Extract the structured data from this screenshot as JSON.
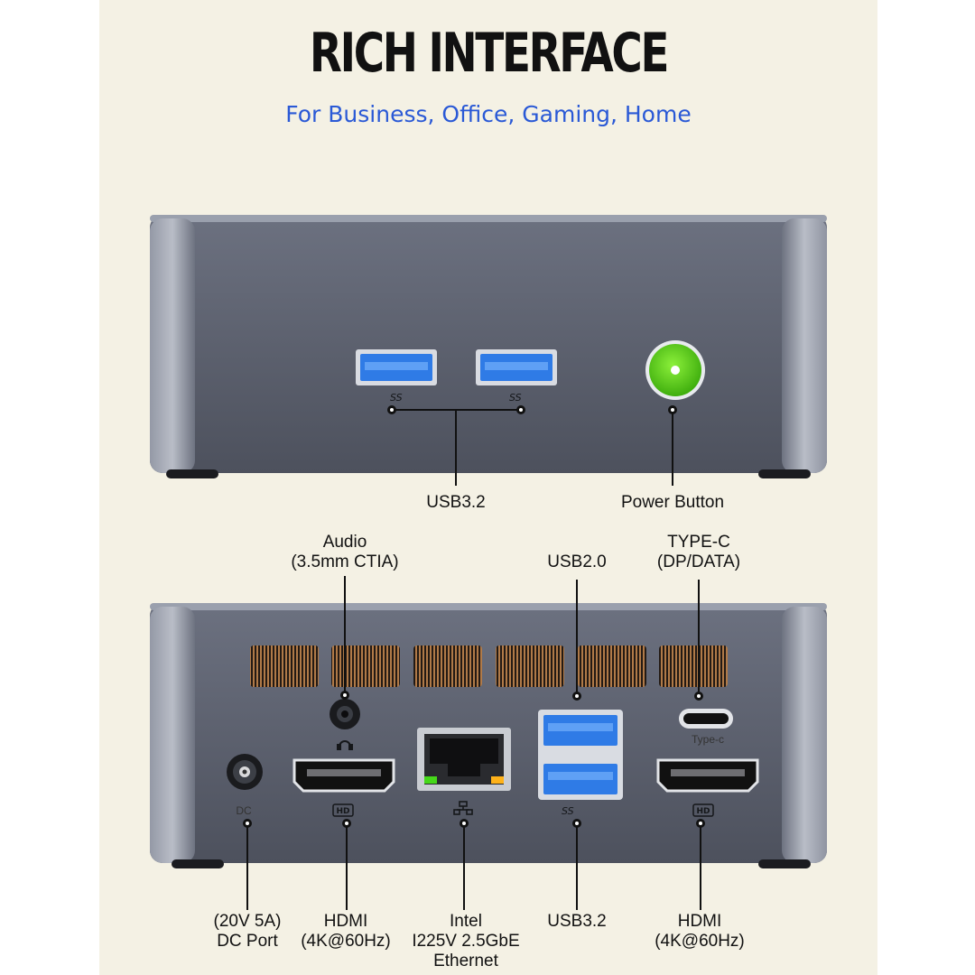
{
  "header": {
    "title": "RICH INTERFACE",
    "subtitle": "For Business, Office, Gaming, Home"
  },
  "front_panel": {
    "usb_label": "USB3.2",
    "power_label": "Power Button",
    "ss_mark": "SS"
  },
  "rear_panel": {
    "audio_label_1": "Audio",
    "audio_label_2": "(3.5mm CTIA)",
    "usb2_label": "USB2.0",
    "typec_label_1": "TYPE-C",
    "typec_label_2": "(DP/DATA)",
    "typec_small": "Type-c",
    "dc_small": "DC",
    "hd_mark": "HD",
    "ss_mark": "SS",
    "dc_label_1": "(20V 5A)",
    "dc_label_2": "DC Port",
    "hdmi_left_1": "HDMI",
    "hdmi_left_2": "(4K@60Hz)",
    "ethernet_1": "Intel",
    "ethernet_2": "I225V 2.5GbE",
    "ethernet_3": "Ethernet",
    "usb32_label": "USB3.2",
    "hdmi_right_1": "HDMI",
    "hdmi_right_2": "(4K@60Hz)"
  },
  "colors": {
    "background": "#f4f1e4",
    "accent_blue": "#2a59d6",
    "chassis": "#5d6270",
    "power_green": "#5fd11c",
    "usb_blue": "#2f7be6",
    "vent_copper": "#b07a48"
  }
}
